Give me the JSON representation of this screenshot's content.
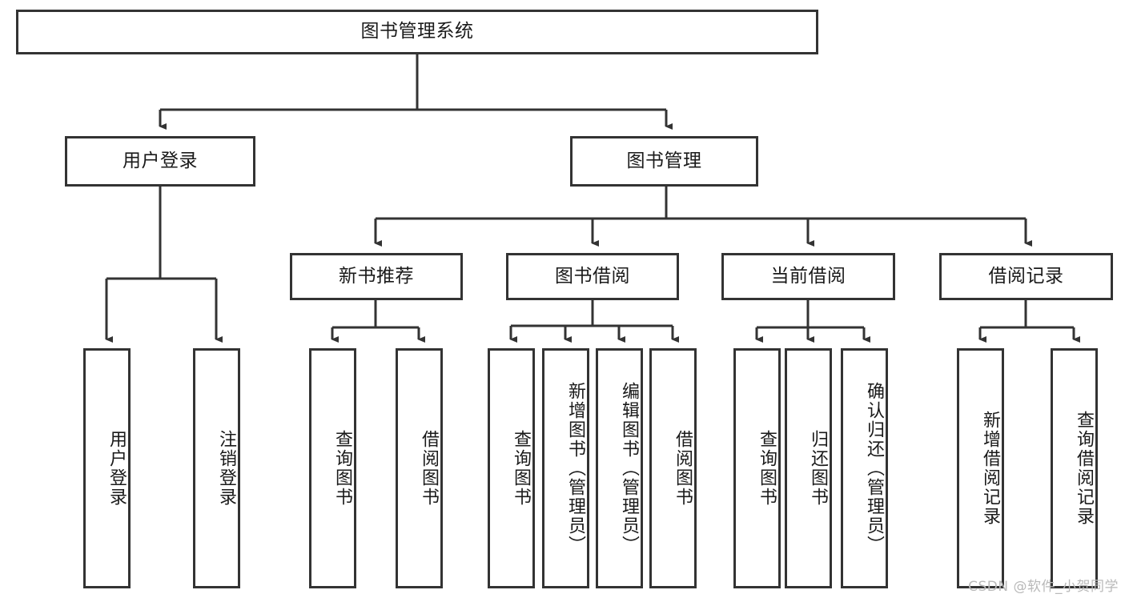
{
  "diagram": {
    "type": "tree-hierarchy-chart",
    "title": "图书管理系统",
    "stroke_color": "#333333",
    "background_color": "#ffffff",
    "watermark": "CSDN @软件_小贺同学",
    "nodes": {
      "root": {
        "label": "图书管理系统",
        "level": 1
      },
      "l2": [
        {
          "label": "用户登录",
          "level": 2
        },
        {
          "label": "图书管理",
          "level": 2
        }
      ],
      "l3": [
        {
          "label": "新书推荐",
          "level": 3,
          "parent": "图书管理"
        },
        {
          "label": "图书借阅",
          "level": 3,
          "parent": "图书管理"
        },
        {
          "label": "当前借阅",
          "level": 3,
          "parent": "图书管理"
        },
        {
          "label": "借阅记录",
          "level": 3,
          "parent": "图书管理"
        }
      ],
      "leaves_user_login": [
        {
          "label": "用户登录",
          "parent": "用户登录"
        },
        {
          "label": "注销登录",
          "parent": "用户登录"
        }
      ],
      "leaves_new_book": [
        {
          "label": "查询图书",
          "parent": "新书推荐"
        },
        {
          "label": "借阅图书",
          "parent": "新书推荐"
        }
      ],
      "leaves_borrow": [
        {
          "label": "查询图书",
          "parent": "图书借阅"
        },
        {
          "label": "新增图书（管理员）",
          "parent": "图书借阅"
        },
        {
          "label": "编辑图书（管理员）",
          "parent": "图书借阅"
        },
        {
          "label": "借阅图书",
          "parent": "图书借阅"
        }
      ],
      "leaves_current": [
        {
          "label": "查询图书",
          "parent": "当前借阅"
        },
        {
          "label": "归还图书",
          "parent": "当前借阅"
        },
        {
          "label": "确认归还（管理员）",
          "parent": "当前借阅"
        }
      ],
      "leaves_records": [
        {
          "label": "新增借阅记录",
          "parent": "借阅记录"
        },
        {
          "label": "查询借阅记录",
          "parent": "借阅记录"
        }
      ]
    }
  }
}
